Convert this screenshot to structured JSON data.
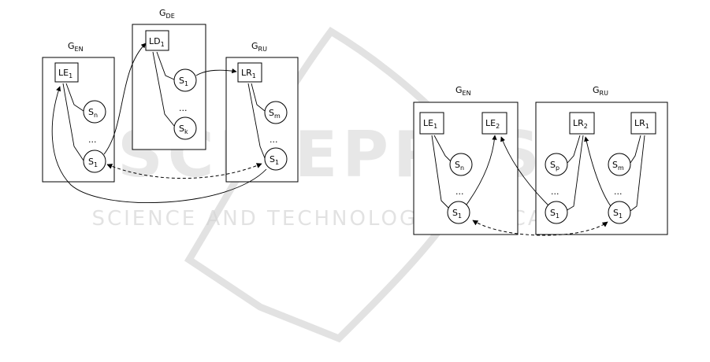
{
  "watermark": {
    "main": "SCITEPRESS",
    "tagline": "SCIENCE AND TECHNOLOGY PUBLICATIONS"
  },
  "left_diagram": {
    "graph_en": {
      "base": "G",
      "sub": "EN"
    },
    "graph_de": {
      "base": "G",
      "sub": "DE"
    },
    "graph_ru": {
      "base": "G",
      "sub": "RU"
    },
    "en": {
      "lex": {
        "base": "LE",
        "sub": "1"
      },
      "sense_n": {
        "base": "S",
        "sub": "n"
      },
      "sense_1": {
        "base": "S",
        "sub": "1"
      },
      "dots": "..."
    },
    "de": {
      "lex": {
        "base": "LD",
        "sub": "1"
      },
      "sense_1": {
        "base": "S",
        "sub": "1"
      },
      "sense_k": {
        "base": "S",
        "sub": "k"
      },
      "dots": "..."
    },
    "ru": {
      "lex": {
        "base": "LR",
        "sub": "1"
      },
      "sense_m": {
        "base": "S",
        "sub": "m"
      },
      "sense_1": {
        "base": "S",
        "sub": "1"
      },
      "dots": "..."
    }
  },
  "right_diagram": {
    "graph_en": {
      "base": "G",
      "sub": "EN"
    },
    "graph_ru": {
      "base": "G",
      "sub": "RU"
    },
    "en": {
      "lex1": {
        "base": "LE",
        "sub": "1"
      },
      "lex2": {
        "base": "LE",
        "sub": "2"
      },
      "sense_n": {
        "base": "S",
        "sub": "n"
      },
      "sense_1": {
        "base": "S",
        "sub": "1"
      },
      "dots": "..."
    },
    "ru": {
      "lex2": {
        "base": "LR",
        "sub": "2"
      },
      "lex1": {
        "base": "LR",
        "sub": "1"
      },
      "sense_p": {
        "base": "S",
        "sub": "p"
      },
      "sense_m": {
        "base": "S",
        "sub": "m"
      },
      "sense_1a": {
        "base": "S",
        "sub": "1"
      },
      "sense_1b": {
        "base": "S",
        "sub": "1"
      },
      "dots_a": "...",
      "dots_b": "..."
    }
  }
}
